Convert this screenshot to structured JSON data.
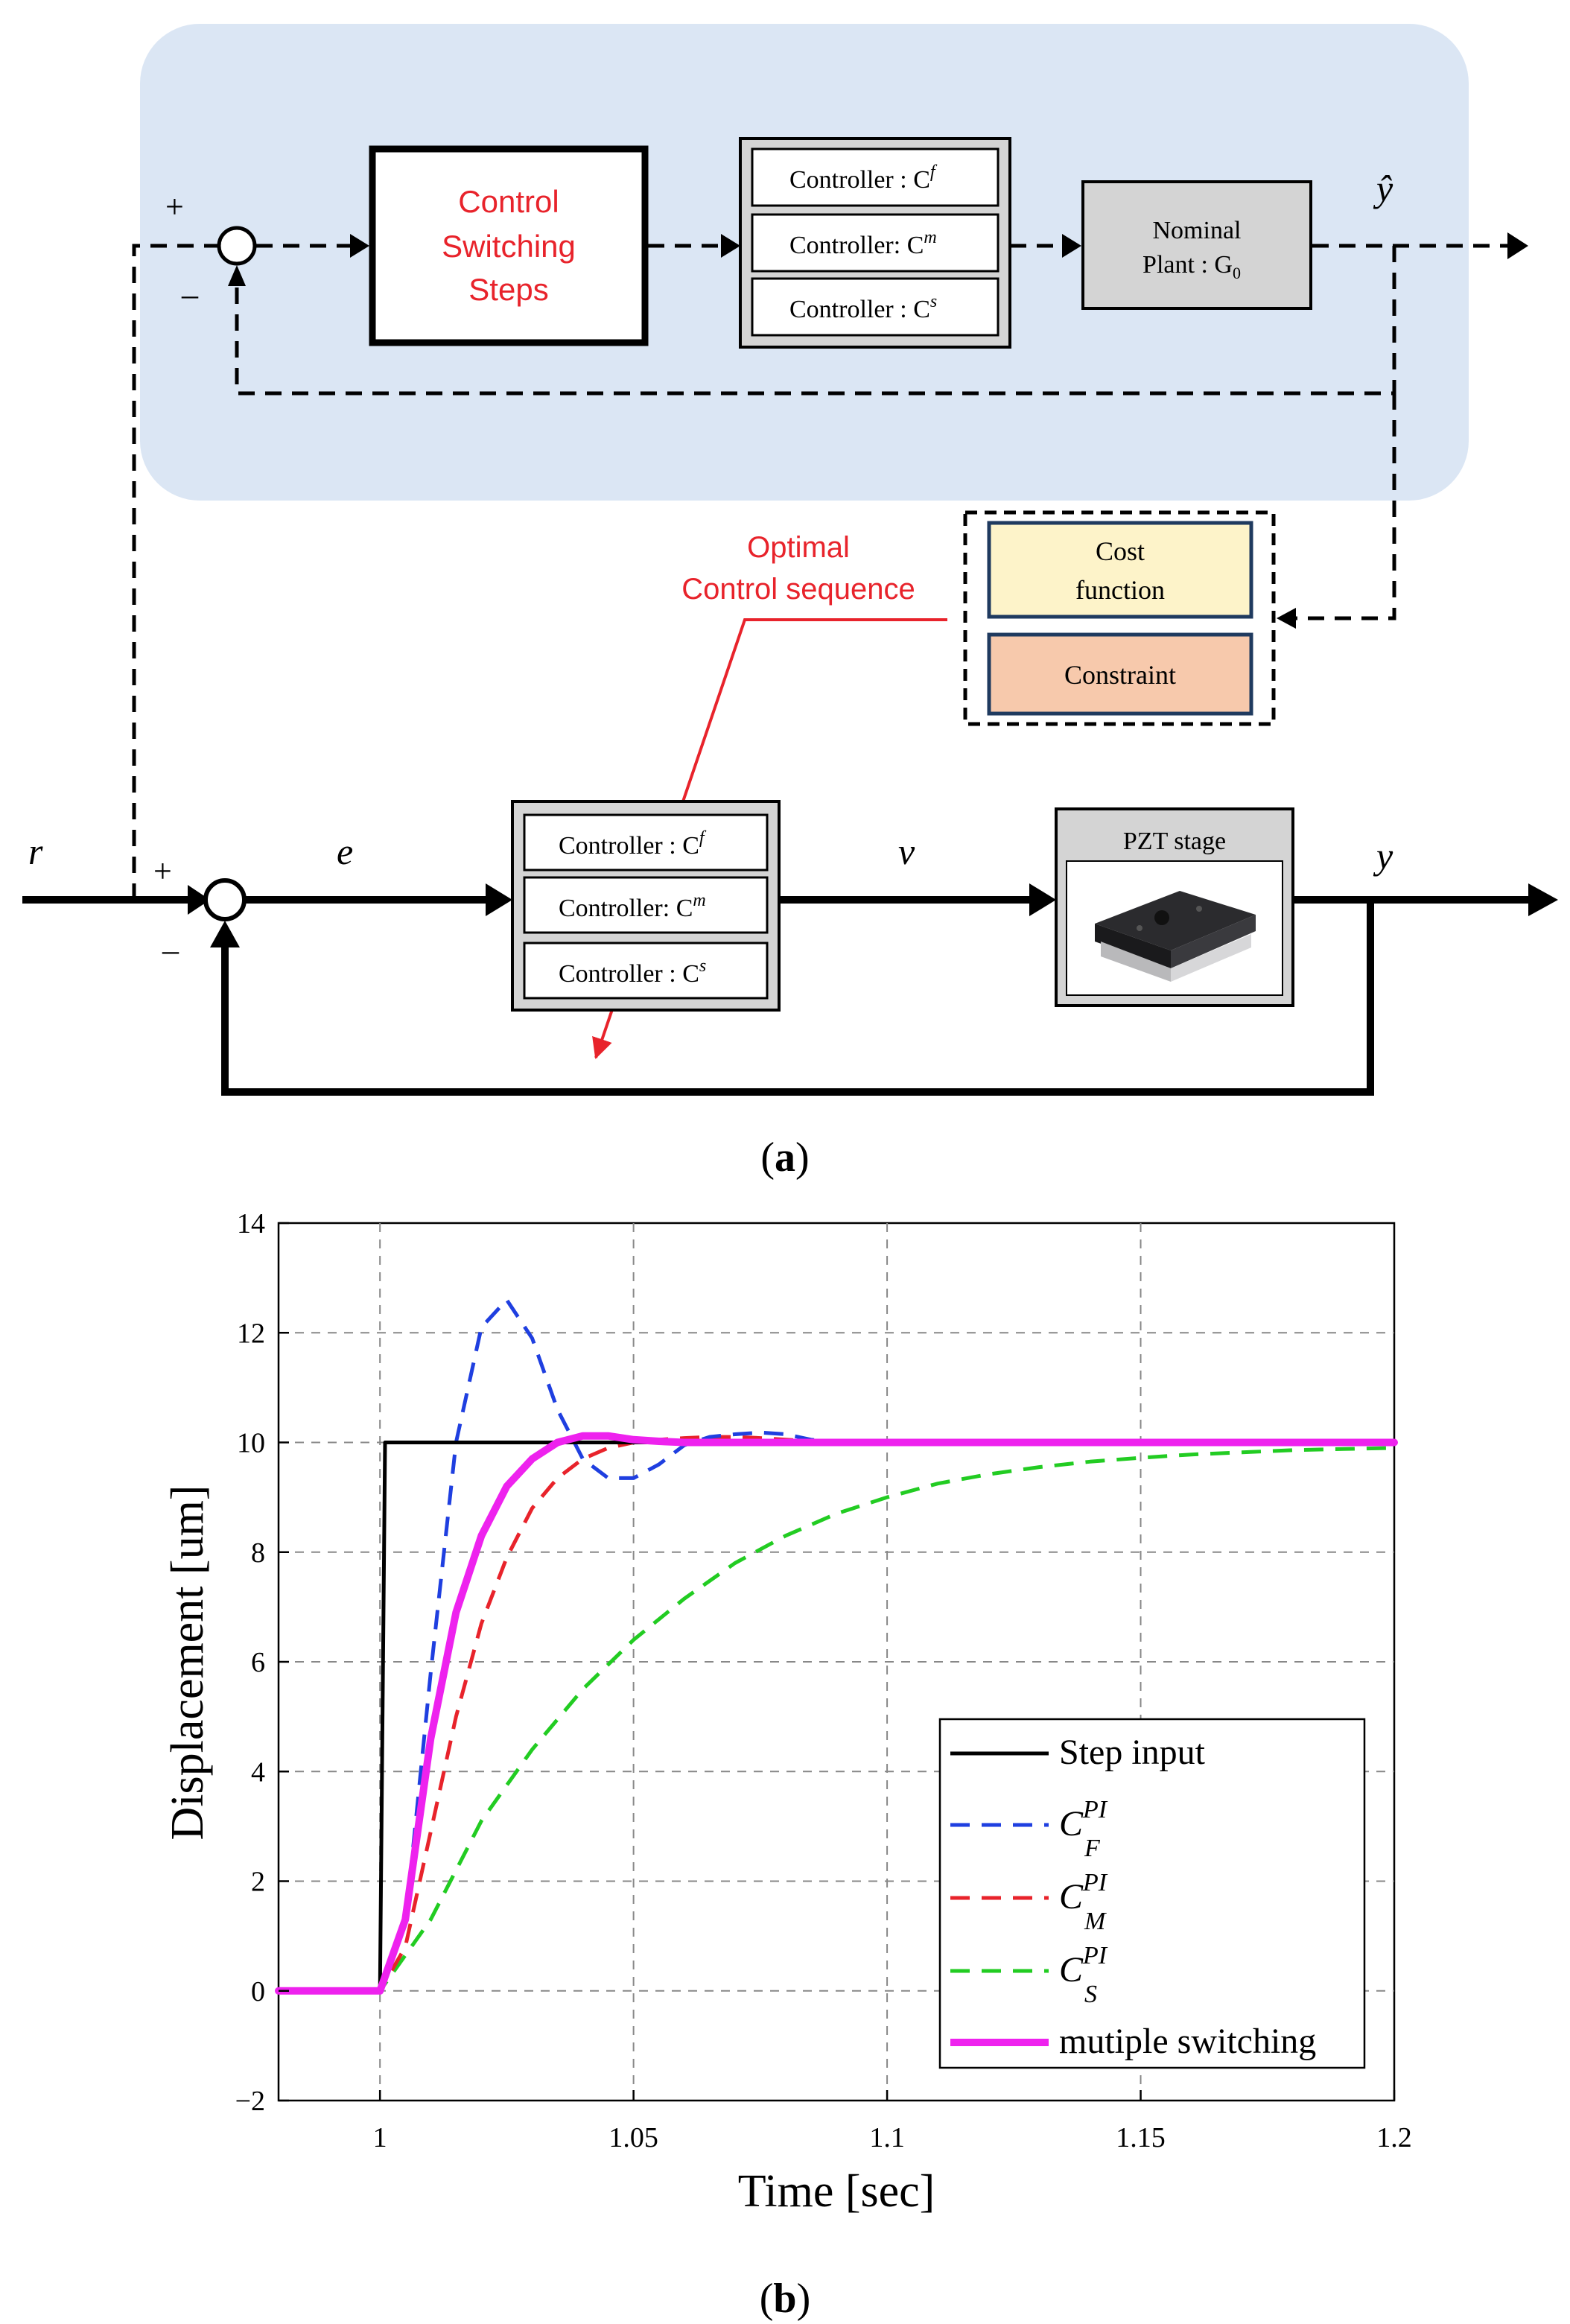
{
  "diagram_a": {
    "upper_loop": {
      "plus_sign": "+",
      "minus_sign": "–",
      "y_hat": "ŷ",
      "control_switching_lines": [
        "Control",
        "Switching",
        "Steps"
      ],
      "controllers": [
        "Controller : C",
        "Controller: C",
        "Controller : C"
      ],
      "controller_sups": [
        "f",
        "m",
        "s"
      ],
      "nominal_plant_lines": [
        "Nominal",
        "Plant : G"
      ],
      "nominal_plant_sub": "0"
    },
    "optimal_lines": [
      "Optimal",
      "Control sequence"
    ],
    "cost_function_lines": [
      "Cost",
      "function"
    ],
    "constraint": "Constraint",
    "lower_loop": {
      "r": "r",
      "e": "e",
      "v": "v",
      "y": "y",
      "plus_sign": "+",
      "minus_sign": "–",
      "controllers": [
        "Controller : C",
        "Controller: C",
        "Controller : C"
      ],
      "controller_sups": [
        "f",
        "m",
        "s"
      ],
      "pzt_label": "PZT stage"
    },
    "caption_open": "(",
    "caption_letter": "a",
    "caption_close": ")",
    "colors": {
      "panel_bg": "#dbe6f4",
      "red_text": "#e8232b",
      "cost_fill": "#fdf3c9",
      "constraint_fill": "#f7c9ac",
      "box_border": "#1f3a5f",
      "gray_box": "#d4d4d4"
    }
  },
  "chart_b": {
    "caption_open": "(",
    "caption_letter": "b",
    "caption_close": ")",
    "chart_data": {
      "type": "line",
      "xlabel": "Time [sec]",
      "ylabel": "Displacement [um]",
      "xlim": [
        0.98,
        1.2
      ],
      "ylim": [
        -2,
        14
      ],
      "xticks": [
        "1",
        "1.05",
        "1.1",
        "1.15",
        "1.2"
      ],
      "yticks": [
        "−2",
        "0",
        "2",
        "4",
        "6",
        "8",
        "10",
        "12",
        "14"
      ],
      "grid": true,
      "legend_placement": "bottom-right",
      "series": [
        {
          "legend": "Step input",
          "color": "#000000",
          "style": "solid",
          "x": [
            0.98,
            1.0,
            1.001,
            1.002,
            1.2
          ],
          "y": [
            0,
            0,
            10,
            10,
            10
          ]
        },
        {
          "legend": "C",
          "legend_sup": "PI",
          "legend_sub": "F",
          "color": "#1f3fe0",
          "style": "dashed",
          "x": [
            0.98,
            1.0,
            1.005,
            1.01,
            1.015,
            1.02,
            1.025,
            1.03,
            1.035,
            1.04,
            1.045,
            1.05,
            1.055,
            1.06,
            1.065,
            1.07,
            1.075,
            1.08,
            1.085,
            1.09,
            1.1,
            1.12,
            1.2
          ],
          "y": [
            0,
            0,
            1.2,
            5.8,
            10.0,
            12.1,
            12.6,
            11.9,
            10.6,
            9.7,
            9.35,
            9.35,
            9.6,
            9.95,
            10.1,
            10.15,
            10.18,
            10.15,
            10.05,
            10.0,
            10.0,
            10.0,
            10.0
          ]
        },
        {
          "legend": "C",
          "legend_sup": "PI",
          "legend_sub": "M",
          "color": "#e8232b",
          "style": "dashed",
          "x": [
            0.98,
            1.0,
            1.005,
            1.01,
            1.015,
            1.02,
            1.025,
            1.03,
            1.035,
            1.04,
            1.045,
            1.05,
            1.055,
            1.06,
            1.065,
            1.07,
            1.075,
            1.08,
            1.09,
            1.1,
            1.2
          ],
          "y": [
            0,
            0,
            0.8,
            2.9,
            5.0,
            6.7,
            7.9,
            8.8,
            9.35,
            9.7,
            9.9,
            10.0,
            10.05,
            10.08,
            10.1,
            10.1,
            10.08,
            10.05,
            10.0,
            10.0,
            10.0
          ]
        },
        {
          "legend": "C",
          "legend_sup": "PI",
          "legend_sub": "S",
          "color": "#22cc22",
          "style": "dashed",
          "x": [
            0.98,
            1.0,
            1.01,
            1.02,
            1.03,
            1.04,
            1.05,
            1.06,
            1.07,
            1.08,
            1.09,
            1.1,
            1.11,
            1.12,
            1.13,
            1.14,
            1.15,
            1.16,
            1.17,
            1.18,
            1.19,
            1.2
          ],
          "y": [
            0,
            0,
            1.3,
            3.1,
            4.4,
            5.5,
            6.4,
            7.15,
            7.8,
            8.3,
            8.7,
            9.0,
            9.25,
            9.42,
            9.55,
            9.65,
            9.72,
            9.78,
            9.82,
            9.86,
            9.88,
            9.9
          ]
        },
        {
          "legend": "mutiple switching",
          "color": "#ee22ee",
          "style": "solid-thick",
          "x": [
            0.98,
            1.0,
            1.005,
            1.01,
            1.015,
            1.02,
            1.025,
            1.03,
            1.035,
            1.04,
            1.045,
            1.05,
            1.055,
            1.06,
            1.07,
            1.08,
            1.2
          ],
          "y": [
            0,
            0,
            1.3,
            4.6,
            6.9,
            8.3,
            9.2,
            9.7,
            10.0,
            10.12,
            10.12,
            10.05,
            10.02,
            10.0,
            10.0,
            10.0,
            10.0
          ]
        }
      ]
    }
  }
}
